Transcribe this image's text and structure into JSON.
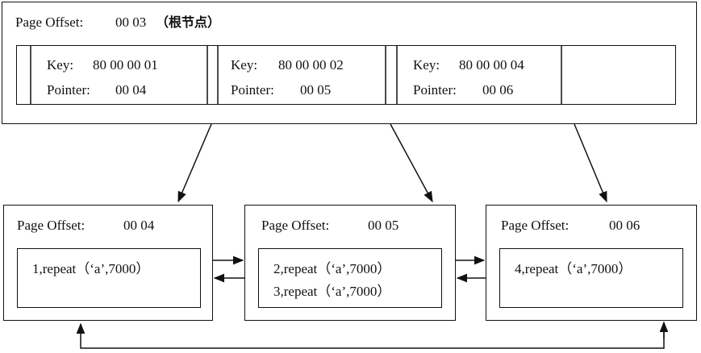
{
  "root": {
    "label": "Page Offset:",
    "value": "00 03",
    "note": "（根节点）",
    "entries": [
      {
        "key_label": "Key:",
        "key": "80 00 00 01",
        "pointer_label": "Pointer:",
        "pointer": "00 04"
      },
      {
        "key_label": "Key:",
        "key": "80 00 00 02",
        "pointer_label": "Pointer:",
        "pointer": "00 05"
      },
      {
        "key_label": "Key:",
        "key": "80 00 00 04",
        "pointer_label": "Pointer:",
        "pointer": "00 06"
      }
    ]
  },
  "leaves": [
    {
      "label": "Page Offset:",
      "value": "00 04",
      "records": [
        "1,repeat（‘a’,7000）"
      ]
    },
    {
      "label": "Page Offset:",
      "value": "00 05",
      "records": [
        "2,repeat（‘a’,7000）",
        "3,repeat（‘a’,7000）"
      ]
    },
    {
      "label": "Page Offset:",
      "value": "00 06",
      "records": [
        "4,repeat（‘a’,7000）"
      ]
    }
  ]
}
